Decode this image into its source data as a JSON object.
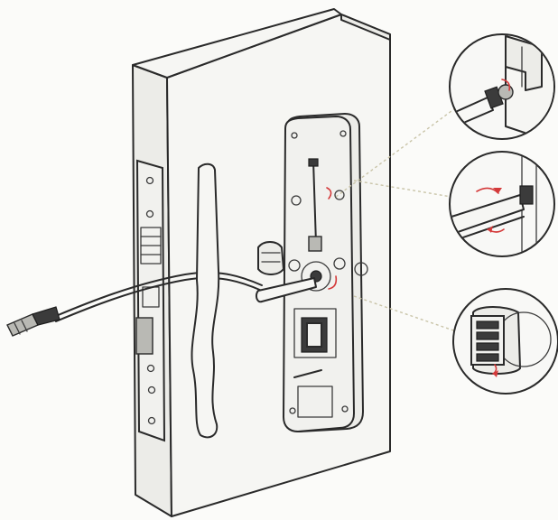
{
  "figure": {
    "detail_callouts": [
      "screw-detail",
      "rotation-detail",
      "latch-detail"
    ]
  }
}
